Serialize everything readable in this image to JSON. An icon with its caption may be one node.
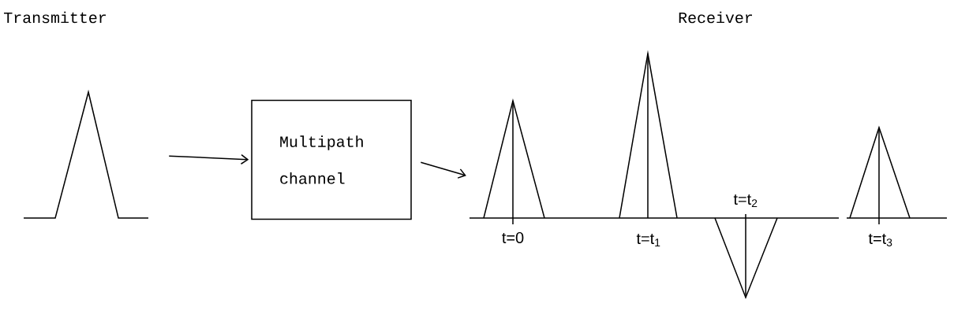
{
  "diagram": {
    "nodes": [
      {
        "text": [],
        "shape": "picture"
      },
      {
        "text": [
          "Multipath channel"
        ]
      },
      {
        "text": [],
        "shape": "picture"
      }
    ],
    "edges": [
      {
        "from": 0,
        "to": 1,
        "arrow": "to"
      },
      {
        "from": 1,
        "to": 2,
        "arrow": "to"
      }
    ],
    "labels": [
      "Transmitter",
      "Receiver",
      "t=0",
      "t=t$_{1}$",
      "t=t$_{2}$",
      "t=t$_{3}$"
    ]
  }
}
